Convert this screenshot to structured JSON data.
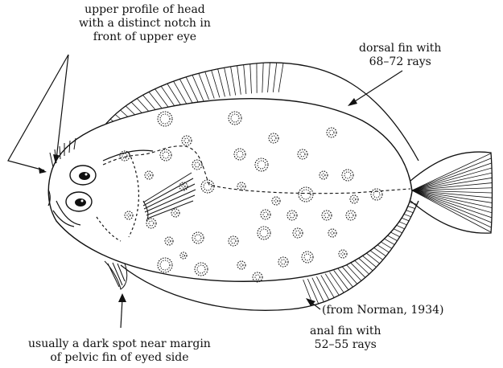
{
  "figure": {
    "subject": "flatfish",
    "annotations": {
      "head_profile": {
        "line1": "upper profile of head",
        "line2": "with a distinct notch in",
        "line3": "front of upper eye"
      },
      "dorsal_fin": {
        "line1": "dorsal fin with",
        "line2": "68–72 rays"
      },
      "anal_fin": {
        "line1": "anal fin with",
        "line2": "52–55 rays"
      },
      "pelvic_spot": {
        "line1": "usually a dark spot near margin",
        "line2": "of pelvic fin of eyed side"
      },
      "source": "(from Norman, 1934)"
    },
    "colors": {
      "ink": "#111111",
      "paper": "#ffffff"
    }
  }
}
